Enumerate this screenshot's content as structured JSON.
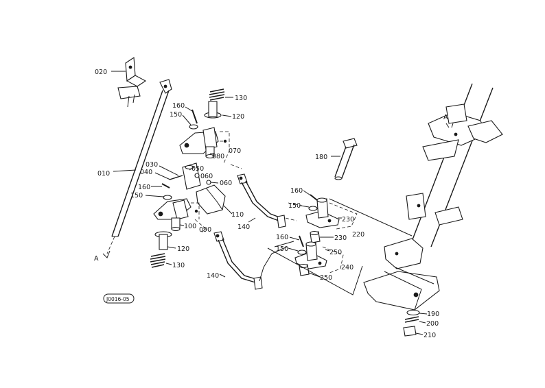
{
  "labels": {
    "p020": "020",
    "p010": "010",
    "p030": "030",
    "p040": "040",
    "p050": "050",
    "p060a": "060",
    "p060b": "060",
    "p070": "070",
    "p080": "080",
    "p090": "090",
    "p100": "100",
    "p110": "110",
    "p120a": "120",
    "p120b": "120",
    "p130a": "130",
    "p130b": "130",
    "p140a": "140",
    "p140b": "140",
    "p150a": "150",
    "p150b": "150",
    "p150c": "150",
    "p150d": "150",
    "p160a": "160",
    "p160b": "160",
    "p160c": "160",
    "p160d": "160",
    "p180": "180",
    "p190": "190",
    "p200": "200",
    "p210": "210",
    "p220": "220",
    "p230a": "230",
    "p230b": "230",
    "p240": "240",
    "p250a": "250",
    "p250b": "250",
    "arrowA1": "A",
    "arrowA2": "A",
    "figure_id": "J0016-05"
  }
}
